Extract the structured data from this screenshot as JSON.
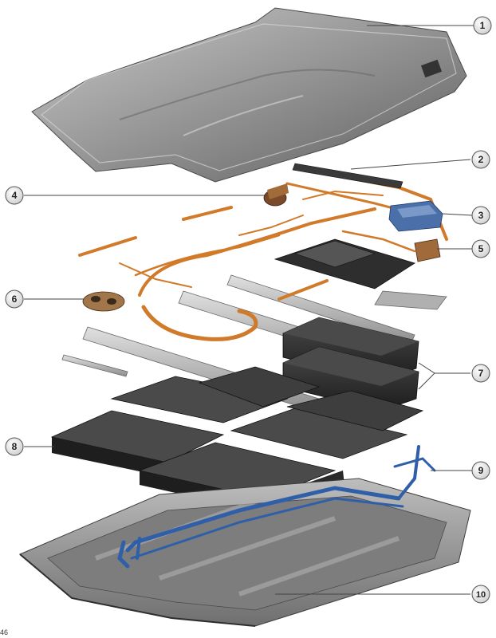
{
  "callouts": [
    {
      "id": "1",
      "label": "1"
    },
    {
      "id": "2",
      "label": "2"
    },
    {
      "id": "3",
      "label": "3"
    },
    {
      "id": "4",
      "label": "4"
    },
    {
      "id": "5",
      "label": "5"
    },
    {
      "id": "6",
      "label": "6"
    },
    {
      "id": "7",
      "label": "7"
    },
    {
      "id": "8",
      "label": "8"
    },
    {
      "id": "9",
      "label": "9"
    },
    {
      "id": "10",
      "label": "10"
    }
  ],
  "figure_number": "46",
  "colors": {
    "lid": "#8a8a8a",
    "cables": "#d07a2a",
    "modules": "#2b2b2b",
    "cooling": "#2f5fa8",
    "tray": "#9a9a9a",
    "rails": "#b5b5b5",
    "callout_fill": "#e6e6e6",
    "callout_stroke": "#555555"
  }
}
